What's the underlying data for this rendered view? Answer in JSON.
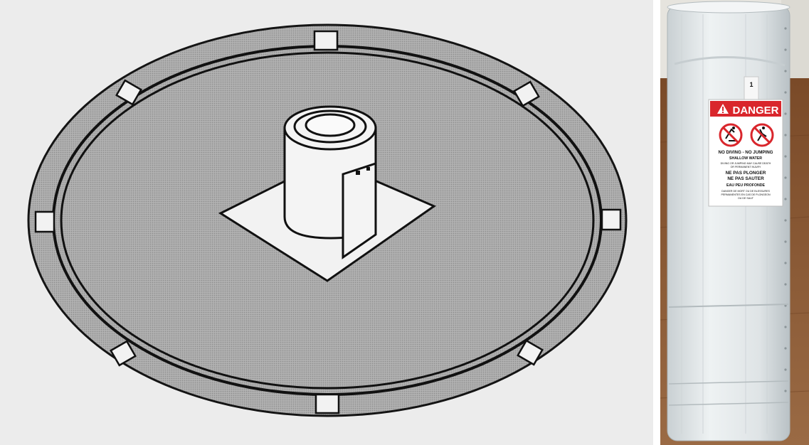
{
  "warning_label": {
    "number": "1",
    "heading": "DANGER",
    "icons": [
      "no-diving-icon",
      "no-jumping-icon"
    ],
    "lines": [
      "NO DIVING - NO JUMPING",
      "SHALLOW WATER",
      "DIVING OR JUMPING MAY CAUSE DEATH",
      "OR PERMANENT INJURY",
      "NE PAS PLONGER",
      "NE PAS SAUTER",
      "EAU PEU PROFONDE",
      "DANGER DE MORT OU DE BLESSURES",
      "PERMANENTES EN CAS DE PLONGEON",
      "OU DE SAUT"
    ]
  },
  "colors": {
    "danger_red": "#d9262c",
    "roll_white": "#e9eef0",
    "floor_wood": "#8a5a34",
    "wall": "#e6e4de",
    "diagram_gray": "#a9a9a9"
  }
}
